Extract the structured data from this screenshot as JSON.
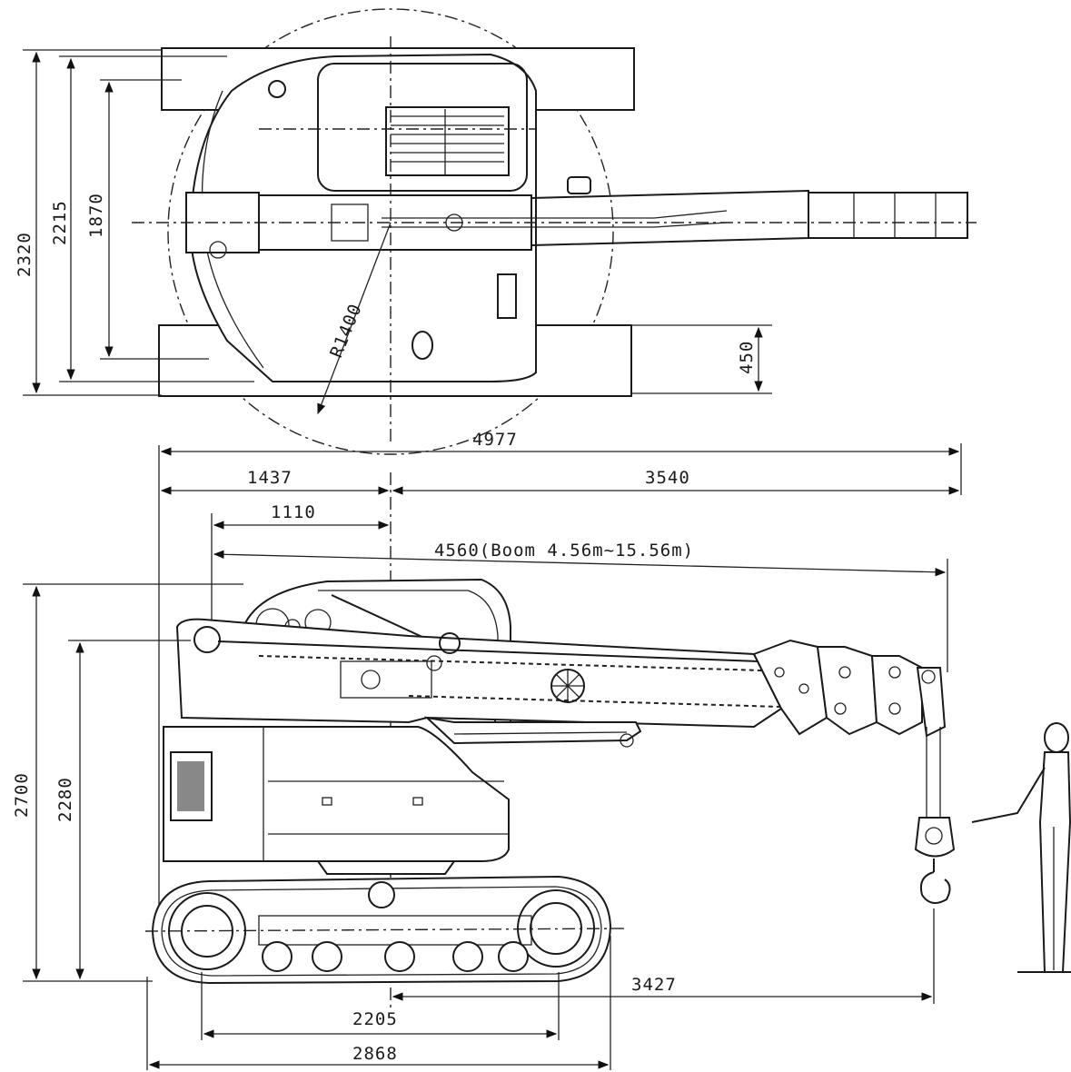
{
  "dimensions": {
    "d2320": "2320",
    "d2215": "2215",
    "d1870": "1870",
    "r1400": "R1400",
    "d450": "450",
    "d4977": "4977",
    "d1437": "1437",
    "d3540": "3540",
    "d1110": "1110",
    "boom": "4560(Boom 4.56m~15.56m)",
    "d2700": "2700",
    "d2280": "2280",
    "d3427": "3427",
    "d2205": "2205",
    "d2868": "2868"
  }
}
